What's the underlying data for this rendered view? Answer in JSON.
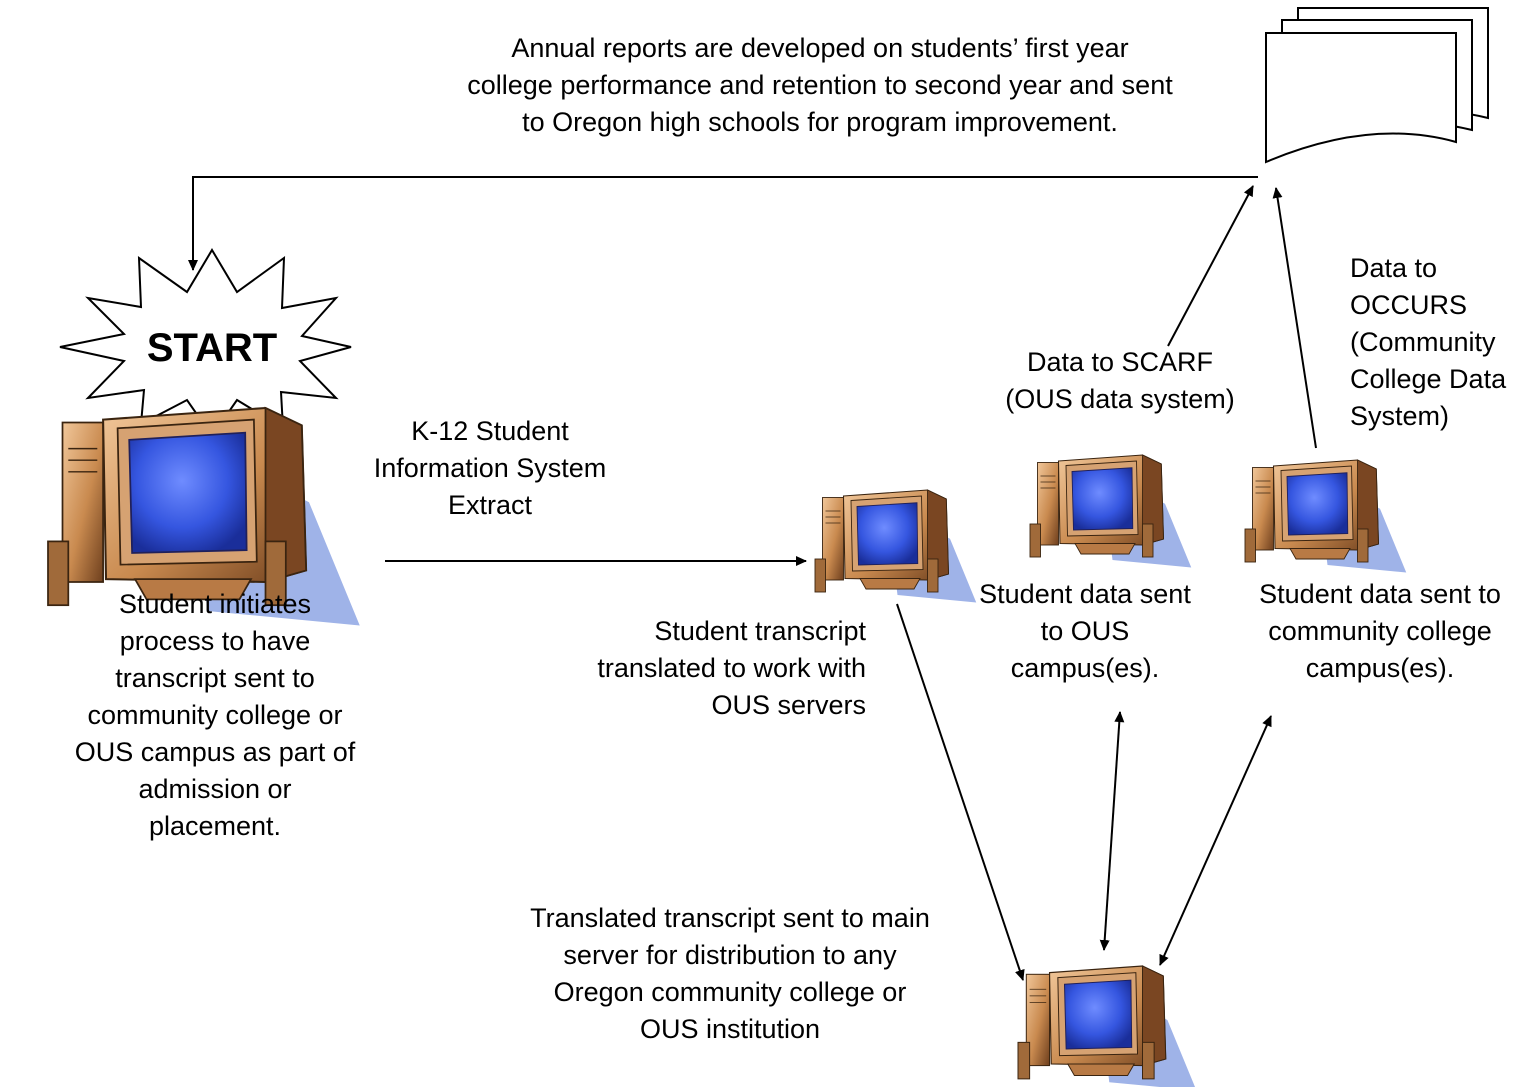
{
  "start_label": "START",
  "captions": {
    "annual_reports": "Annual reports are developed on students’ first year\ncollege performance and retention to second year and sent\nto Oregon high schools for program improvement.",
    "k12_extract": "K-12 Student\nInformation System\nExtract",
    "student_initiates": "Student initiates\nprocess to have\ntranscript sent to\ncommunity college or\nOUS campus as part of\nadmission or\nplacement.",
    "transcript_translated": "Student transcript\ntranslated to work with\nOUS servers",
    "data_to_ous": "Student data sent\nto OUS\ncampus(es).",
    "data_to_cc": "Student data sent to\ncommunity college\ncampus(es).",
    "scarf": "Data to SCARF\n(OUS data system)",
    "occurs": "Data to\nOCCURS\n(Community\nCollege Data\nSystem)",
    "main_server": "Translated transcript sent to main\nserver for distribution to any\nOregon community college or\nOUS institution"
  },
  "colors": {
    "monitor_body": "#c98a4f",
    "monitor_screen": "#2d4fd6",
    "shadow": "#9fb3e8",
    "line": "#000000"
  },
  "icons": [
    "computer-icon",
    "document-stack-icon",
    "starburst-icon"
  ]
}
